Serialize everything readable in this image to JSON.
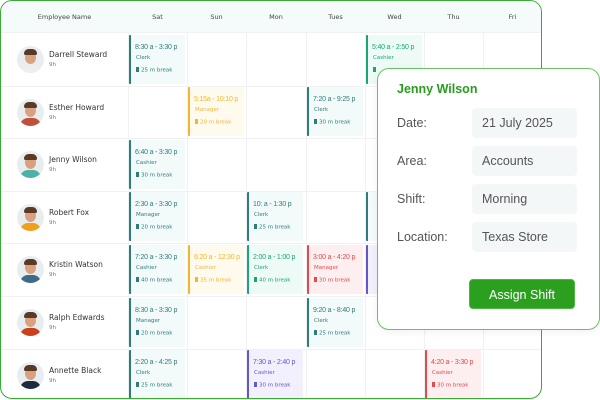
{
  "columns": {
    "name": "Employee Name",
    "days": [
      "Sat",
      "Sun",
      "Mon",
      "Tues",
      "Wed",
      "Thu",
      "Fri"
    ]
  },
  "colors": {
    "teal": "#2f7c7c",
    "yellow": "#f2b632",
    "green": "#1ba47c",
    "red": "#e5484d",
    "purple": "#6657c9",
    "accent": "#2aa01e",
    "border": "#3aaa35"
  },
  "employees": [
    {
      "name": "Darrell Steward",
      "hours": "9h",
      "shirt": "#eeeeee",
      "shifts": [
        {
          "day": 0,
          "color": "teal",
          "time": "8:30 a - 3:30 p",
          "role": "Clerk",
          "break": "25 m break"
        },
        {
          "day": 4,
          "color": "green",
          "time": "5:40 a - 2:50 p",
          "role": "Cashier",
          "break": ""
        }
      ]
    },
    {
      "name": "Esther Howard",
      "hours": "9h",
      "shirt": "#c0503c",
      "shifts": [
        {
          "day": 1,
          "color": "yellow",
          "time": "5:15a - 10:10 p",
          "role": "Manager",
          "break": "20 m break"
        },
        {
          "day": 3,
          "color": "teal",
          "time": "7:20 a - 9:25 p",
          "role": "Clerk",
          "break": "30 m break"
        }
      ]
    },
    {
      "name": "Jenny Wilson",
      "hours": "9h",
      "shirt": "#4fb0a8",
      "shifts": [
        {
          "day": 0,
          "color": "teal",
          "time": "6:40 a - 3:30 p",
          "role": "Cashier",
          "break": "30 m break"
        }
      ]
    },
    {
      "name": "Robert Fox",
      "hours": "9h",
      "shirt": "#f0a020",
      "shifts": [
        {
          "day": 0,
          "color": "teal",
          "time": "2:30 a - 3:30 p",
          "role": "Manager",
          "break": "20 m break"
        },
        {
          "day": 2,
          "color": "teal",
          "time": "10: a - 1:30 p",
          "role": "Clerk",
          "break": "25 m break"
        },
        {
          "day": 4,
          "color": "teal",
          "time": "",
          "role": "",
          "break": ""
        }
      ]
    },
    {
      "name": "Kristin Watson",
      "hours": "9h",
      "shirt": "#3c6a8a",
      "shifts": [
        {
          "day": 0,
          "color": "teal",
          "time": "7:20 a - 3:30 p",
          "role": "Cashier",
          "break": "40 m break"
        },
        {
          "day": 1,
          "color": "yellow",
          "time": "6:20 a - 12:30 p",
          "role": "Cashier",
          "break": "35 m break"
        },
        {
          "day": 2,
          "color": "green",
          "time": "2:00 a - 1:00 p",
          "role": "Clerk",
          "break": "40 m break"
        },
        {
          "day": 3,
          "color": "red",
          "time": "3:00 a - 4:20 p",
          "role": "Manager",
          "break": "30 m break"
        },
        {
          "day": 4,
          "color": "purple",
          "time": "",
          "role": "",
          "break": ""
        }
      ]
    },
    {
      "name": "Ralph Edwards",
      "hours": "9h",
      "shirt": "#c8401c",
      "shifts": [
        {
          "day": 0,
          "color": "teal",
          "time": "8:30 a - 3:30 p",
          "role": "Manager",
          "break": "20 m break"
        },
        {
          "day": 3,
          "color": "teal",
          "time": "9:20 a - 8:40 p",
          "role": "Clerk",
          "break": "25 m break"
        }
      ]
    },
    {
      "name": "Annette Black",
      "hours": "9h",
      "shirt": "#1e2a40",
      "shifts": [
        {
          "day": 0,
          "color": "teal",
          "time": "2:20 a - 4:25 p",
          "role": "Clerk",
          "break": "25 m break"
        },
        {
          "day": 2,
          "color": "purple",
          "time": "7:30 a - 2:40 p",
          "role": "Cashier",
          "break": "30 m break"
        },
        {
          "day": 5,
          "color": "red",
          "time": "4:20 a - 3:30 p",
          "role": "Cashier",
          "break": "30 m break"
        }
      ]
    }
  ],
  "popup": {
    "title": "Jenny Wilson",
    "fields": [
      {
        "label": "Date:",
        "value": "21 July 2025"
      },
      {
        "label": "Area:",
        "value": "Accounts"
      },
      {
        "label": "Shift:",
        "value": "Morning"
      },
      {
        "label": "Location:",
        "value": "Texas Store"
      }
    ],
    "button": "Assign Shift"
  }
}
